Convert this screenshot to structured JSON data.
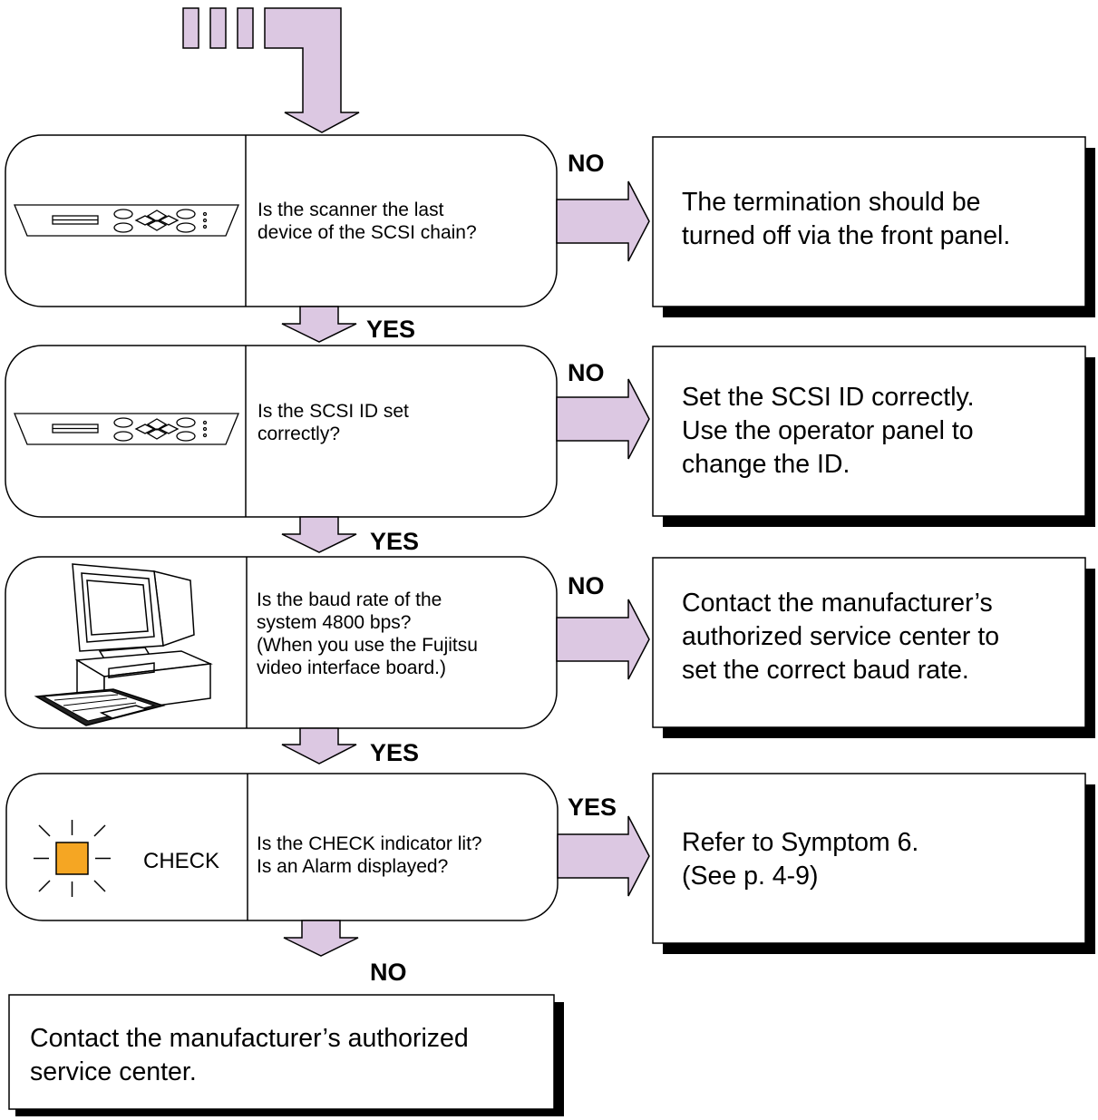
{
  "steps": [
    {
      "question": [
        "Is the scanner the last",
        "device of the SCSI chain?"
      ],
      "icon": "operator-panel-icon",
      "branch_label": "NO",
      "result": [
        "The termination should be",
        "turned off via the front panel."
      ],
      "down_label": "YES"
    },
    {
      "question": [
        "Is the SCSI ID set",
        "correctly?"
      ],
      "icon": "operator-panel-icon",
      "branch_label": "NO",
      "result": [
        "Set the SCSI ID correctly.",
        "Use the operator panel to",
        "change the ID."
      ],
      "down_label": "YES"
    },
    {
      "question": [
        "Is the baud rate of the",
        "system 4800 bps?",
        "(When you use the Fujitsu",
        "video interface board.)"
      ],
      "icon": "computer-workstation-icon",
      "branch_label": "NO",
      "result": [
        "Contact the manufacturer’s",
        "authorized service center to",
        "set the correct baud rate."
      ],
      "down_label": "YES"
    },
    {
      "question": [
        "Is the CHECK indicator lit?",
        "Is an Alarm displayed?"
      ],
      "icon": "check-indicator-icon",
      "icon_text": "CHECK",
      "branch_label": "YES",
      "result": [
        "Refer to Symptom 6.",
        "(See p. 4-9)"
      ],
      "down_label": "NO"
    }
  ],
  "final": [
    "Contact the manufacturer’s authorized",
    "service center."
  ],
  "colors": {
    "arrow_fill": "#dcc8e2",
    "indicator": "#f5a623",
    "line": "#000000"
  }
}
